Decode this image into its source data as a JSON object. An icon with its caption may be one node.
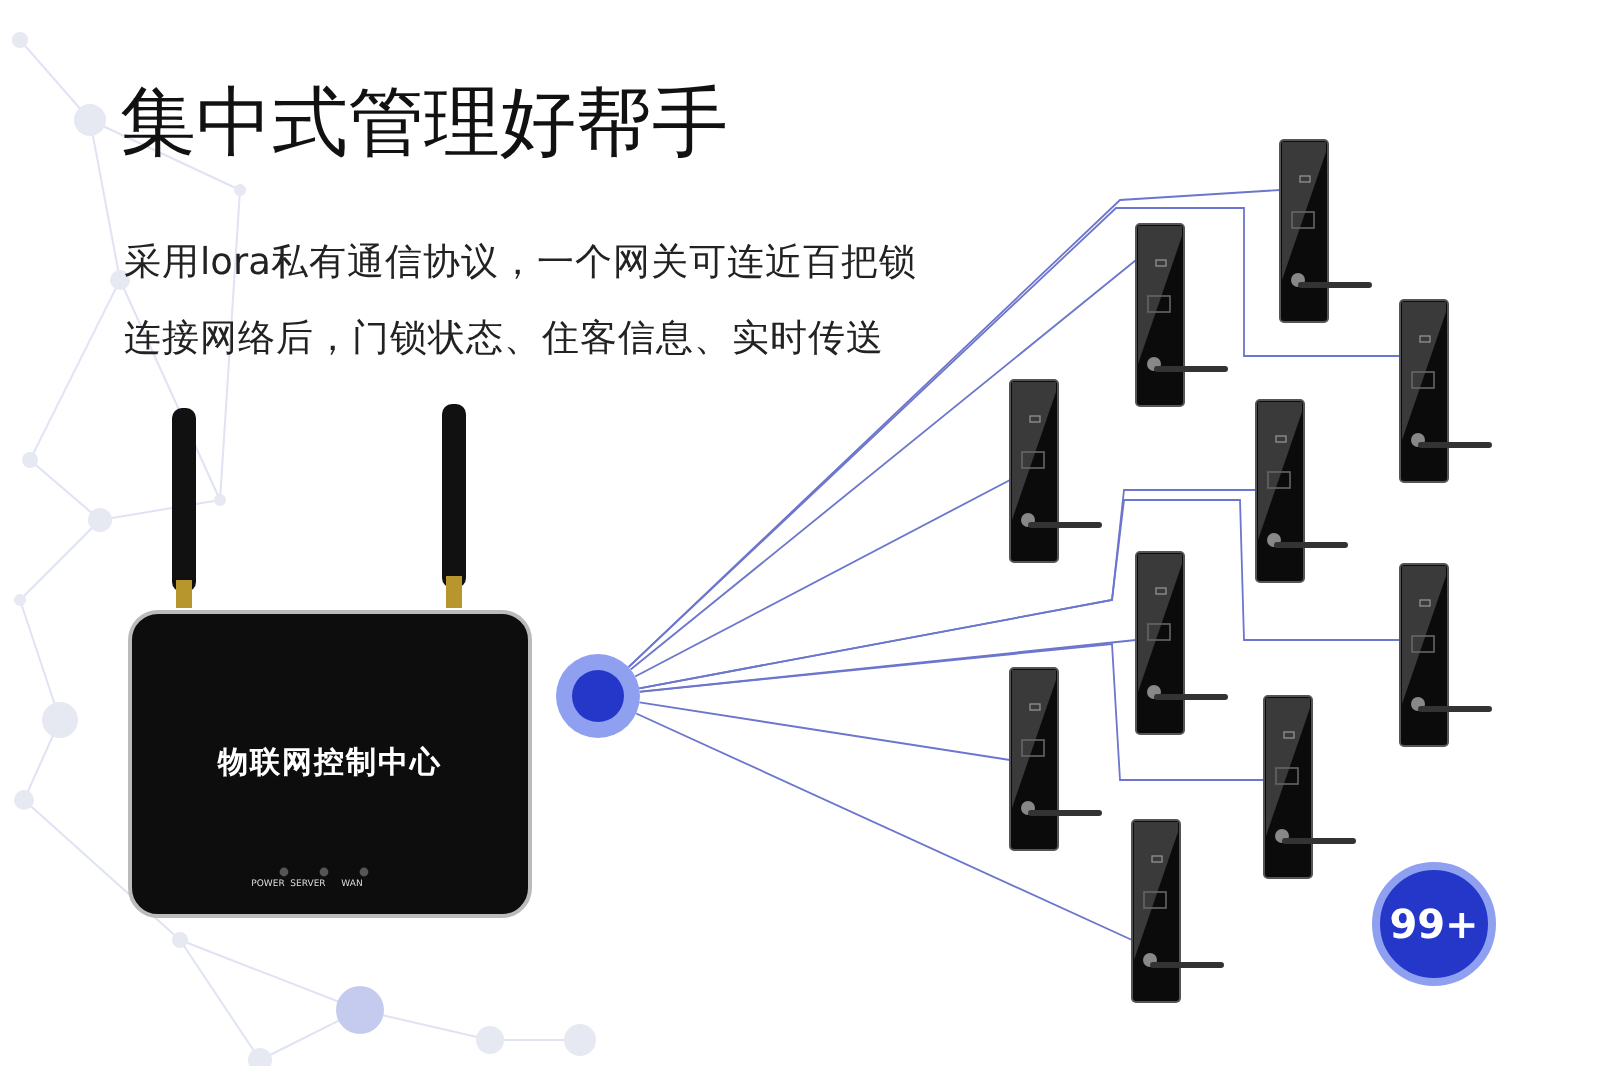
{
  "diagram": {
    "title": "集中式管理好帮手",
    "nodes": [
      {
        "text": [
          "物联网控制中心",
          "POWER",
          "SERVER",
          "WAN"
        ]
      },
      {
        "text": [],
        "shape": "circle"
      },
      {
        "text": [],
        "shape": "picture"
      },
      {
        "text": [],
        "shape": "picture"
      },
      {
        "text": [],
        "shape": "picture"
      },
      {
        "text": [],
        "shape": "picture"
      },
      {
        "text": [],
        "shape": "picture"
      },
      {
        "text": [],
        "shape": "picture"
      },
      {
        "text": [],
        "shape": "picture"
      },
      {
        "text": [],
        "shape": "picture"
      },
      {
        "text": [],
        "shape": "picture"
      },
      {
        "text": [],
        "shape": "picture"
      },
      {
        "text": [
          "99+"
        ]
      }
    ],
    "edges": [
      {
        "from": 1,
        "to": 2,
        "arrow": "none"
      },
      {
        "from": 1,
        "to": 3,
        "arrow": "none"
      },
      {
        "from": 1,
        "to": 4,
        "arrow": "none"
      },
      {
        "from": 1,
        "to": 5,
        "arrow": "none"
      },
      {
        "from": 1,
        "to": 6,
        "arrow": "none"
      },
      {
        "from": 1,
        "to": 7,
        "arrow": "none"
      },
      {
        "from": 1,
        "to": 8,
        "arrow": "none"
      },
      {
        "from": 1,
        "to": 9,
        "arrow": "none"
      },
      {
        "from": 1,
        "to": 10,
        "arrow": "none"
      },
      {
        "from": 1,
        "to": 11,
        "arrow": "none"
      }
    ],
    "labels": [
      "采用lora私有通信协议，一个网关可连近百把锁",
      "连接网络后，门锁状态、住客信息、实时传送"
    ]
  }
}
